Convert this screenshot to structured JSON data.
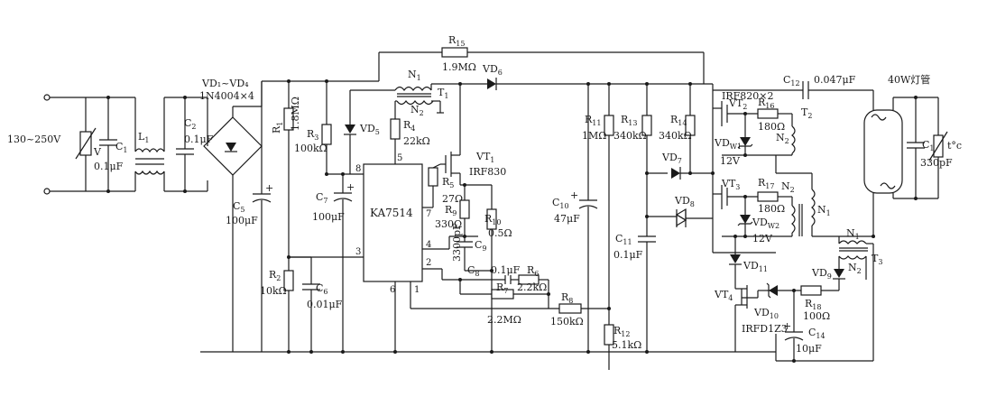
{
  "labels": {
    "input_voltage": "130~250V",
    "v_label": "V",
    "v_cap": "0.1μF",
    "c1": "C",
    "c1_sub": "1",
    "l1": "L",
    "l1_sub": "1",
    "c2": "C",
    "c2_sub": "2",
    "c2_val": "0.1μF",
    "bridge": "VD₁~VD₄",
    "bridge_part": "1N4004×4",
    "c5": "C",
    "c5_sub": "5",
    "c5_val": "100μF",
    "r1": "R",
    "r1_sub": "1",
    "r1_val": "1.8MΩ",
    "r2": "R",
    "r2_sub": "2",
    "r2_val": "10kΩ",
    "r3": "R",
    "r3_sub": "3",
    "r3_val": "100kΩ",
    "c6": "C",
    "c6_sub": "6",
    "c6_val": "0.01μF",
    "c7": "C",
    "c7_sub": "7",
    "c7_val": "100μF",
    "vd5": "VD",
    "vd5_sub": "5",
    "r4": "R",
    "r4_sub": "4",
    "r4_val": "22kΩ",
    "n1": "N",
    "n1_sub": "1",
    "n2": "N",
    "n2_sub": "2",
    "t1": "T",
    "t1_sub": "1",
    "r15": "R",
    "r15_sub": "15",
    "r15_val": "1.9MΩ",
    "vd6": "VD",
    "vd6_sub": "6",
    "ic": "KA7514",
    "pin8": "8",
    "pin5": "5",
    "pin7": "7",
    "pin4": "4",
    "pin3": "3",
    "pin2": "2",
    "pin6": "6",
    "pin1": "1",
    "vt1": "VT",
    "vt1_sub": "1",
    "vt1_part": "IRF830",
    "r5": "R",
    "r5_sub": "5",
    "r5_val": "27Ω",
    "r9": "R",
    "r9_sub": "9",
    "r9_val": "330Ω",
    "r10": "R",
    "r10_sub": "10",
    "r10_val": "0.5Ω",
    "c9": "C",
    "c9_sub": "9",
    "c9_val": "3300pF",
    "c8": "C",
    "c8_sub": "8",
    "c8_val": "0.1μF",
    "r6": "R",
    "r6_sub": "6",
    "r7": "R",
    "r7_sub": "7",
    "r7_val": "2.2kΩ",
    "r8": "R",
    "r8_sub": "8",
    "r8_val": "150kΩ",
    "r_2m": "2.2MΩ",
    "c10": "C",
    "c10_sub": "10",
    "c10_val": "47μF",
    "r11": "R",
    "r11_sub": "11",
    "r11_val": "1MΩ",
    "r12": "R",
    "r12_sub": "12",
    "r12_val": "5.1kΩ",
    "r13": "R",
    "r13_sub": "13",
    "r13_val": "340kΩ",
    "r14": "R",
    "r14_sub": "14",
    "r14_val": "340kΩ",
    "c11": "C",
    "c11_sub": "11",
    "c11_val": "0.1μF",
    "vd7": "VD",
    "vd7_sub": "7",
    "vd8": "VD",
    "vd8_sub": "8",
    "irf820": "IRF820×2",
    "vt2": "VT",
    "vt2_sub": "2",
    "vt3": "VT",
    "vt3_sub": "3",
    "r16": "R",
    "r16_sub": "16",
    "r16_val": "180Ω",
    "r17": "R",
    "r17_sub": "17",
    "r17_val": "180Ω",
    "vdw1": "VD",
    "vdw1_sub": "W1",
    "vdw1_val": "12V",
    "vdw2": "VD",
    "vdw2_sub": "W2",
    "vdw2_val": "12V",
    "t2": "T",
    "t2_sub": "2",
    "n2b": "N",
    "n2b_sub": "2",
    "n2c": "N",
    "n2c_sub": "2",
    "n1b": "N",
    "n1b_sub": "1",
    "c12": "C",
    "c12_sub": "12",
    "c12_val": "0.047μF",
    "lamp": "40W灯管",
    "c13": "C",
    "c13_sub": "13",
    "c13_val": "330pF",
    "tc": "t°c",
    "n1c": "N",
    "n1c_sub": "1",
    "n2d": "N",
    "n2d_sub": "2",
    "t3": "T",
    "t3_sub": "3",
    "vd9": "VD",
    "vd9_sub": "9",
    "vd11": "VD",
    "vd11_sub": "11",
    "vt4": "VT",
    "vt4_sub": "4",
    "vd10": "VD",
    "vd10_sub": "10",
    "r18": "R",
    "r18_sub": "18",
    "r18_val": "100Ω",
    "irfd": "IRFD1Z3",
    "c14": "C",
    "c14_sub": "14",
    "c14_val": "10μF"
  }
}
